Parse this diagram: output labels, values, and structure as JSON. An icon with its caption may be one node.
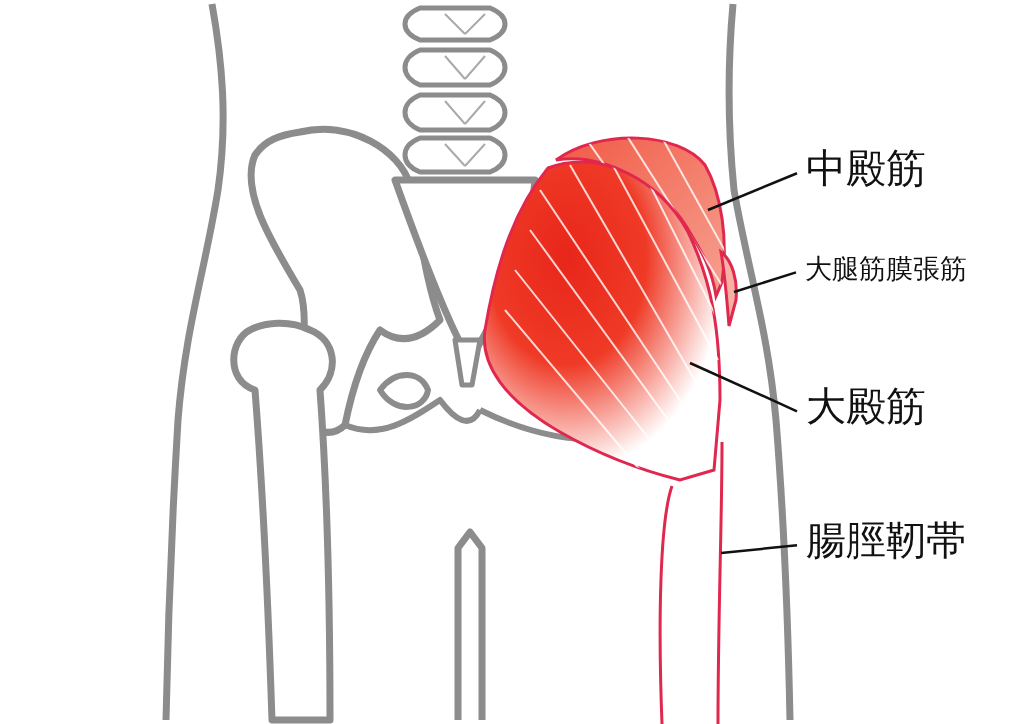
{
  "diagram": {
    "nodes": [
      {
        "text": [
          "中殿筋"
        ]
      },
      {
        "text": [
          "大腿筋膜張筋"
        ]
      },
      {
        "text": [
          "大殿筋"
        ]
      },
      {
        "text": [
          "腸脛靭帯"
        ]
      },
      {
        "text": [],
        "shape": "picture"
      },
      {
        "text": [],
        "shape": "picture"
      },
      {
        "text": [],
        "shape": "picture"
      },
      {
        "text": [],
        "shape": "picture"
      }
    ],
    "edges": [
      {
        "from": 0,
        "to": 4,
        "arrow": "none"
      },
      {
        "from": 1,
        "to": 5,
        "arrow": "none"
      },
      {
        "from": 2,
        "to": 6,
        "arrow": "none"
      },
      {
        "from": 3,
        "to": 7,
        "arrow": "none"
      }
    ]
  }
}
